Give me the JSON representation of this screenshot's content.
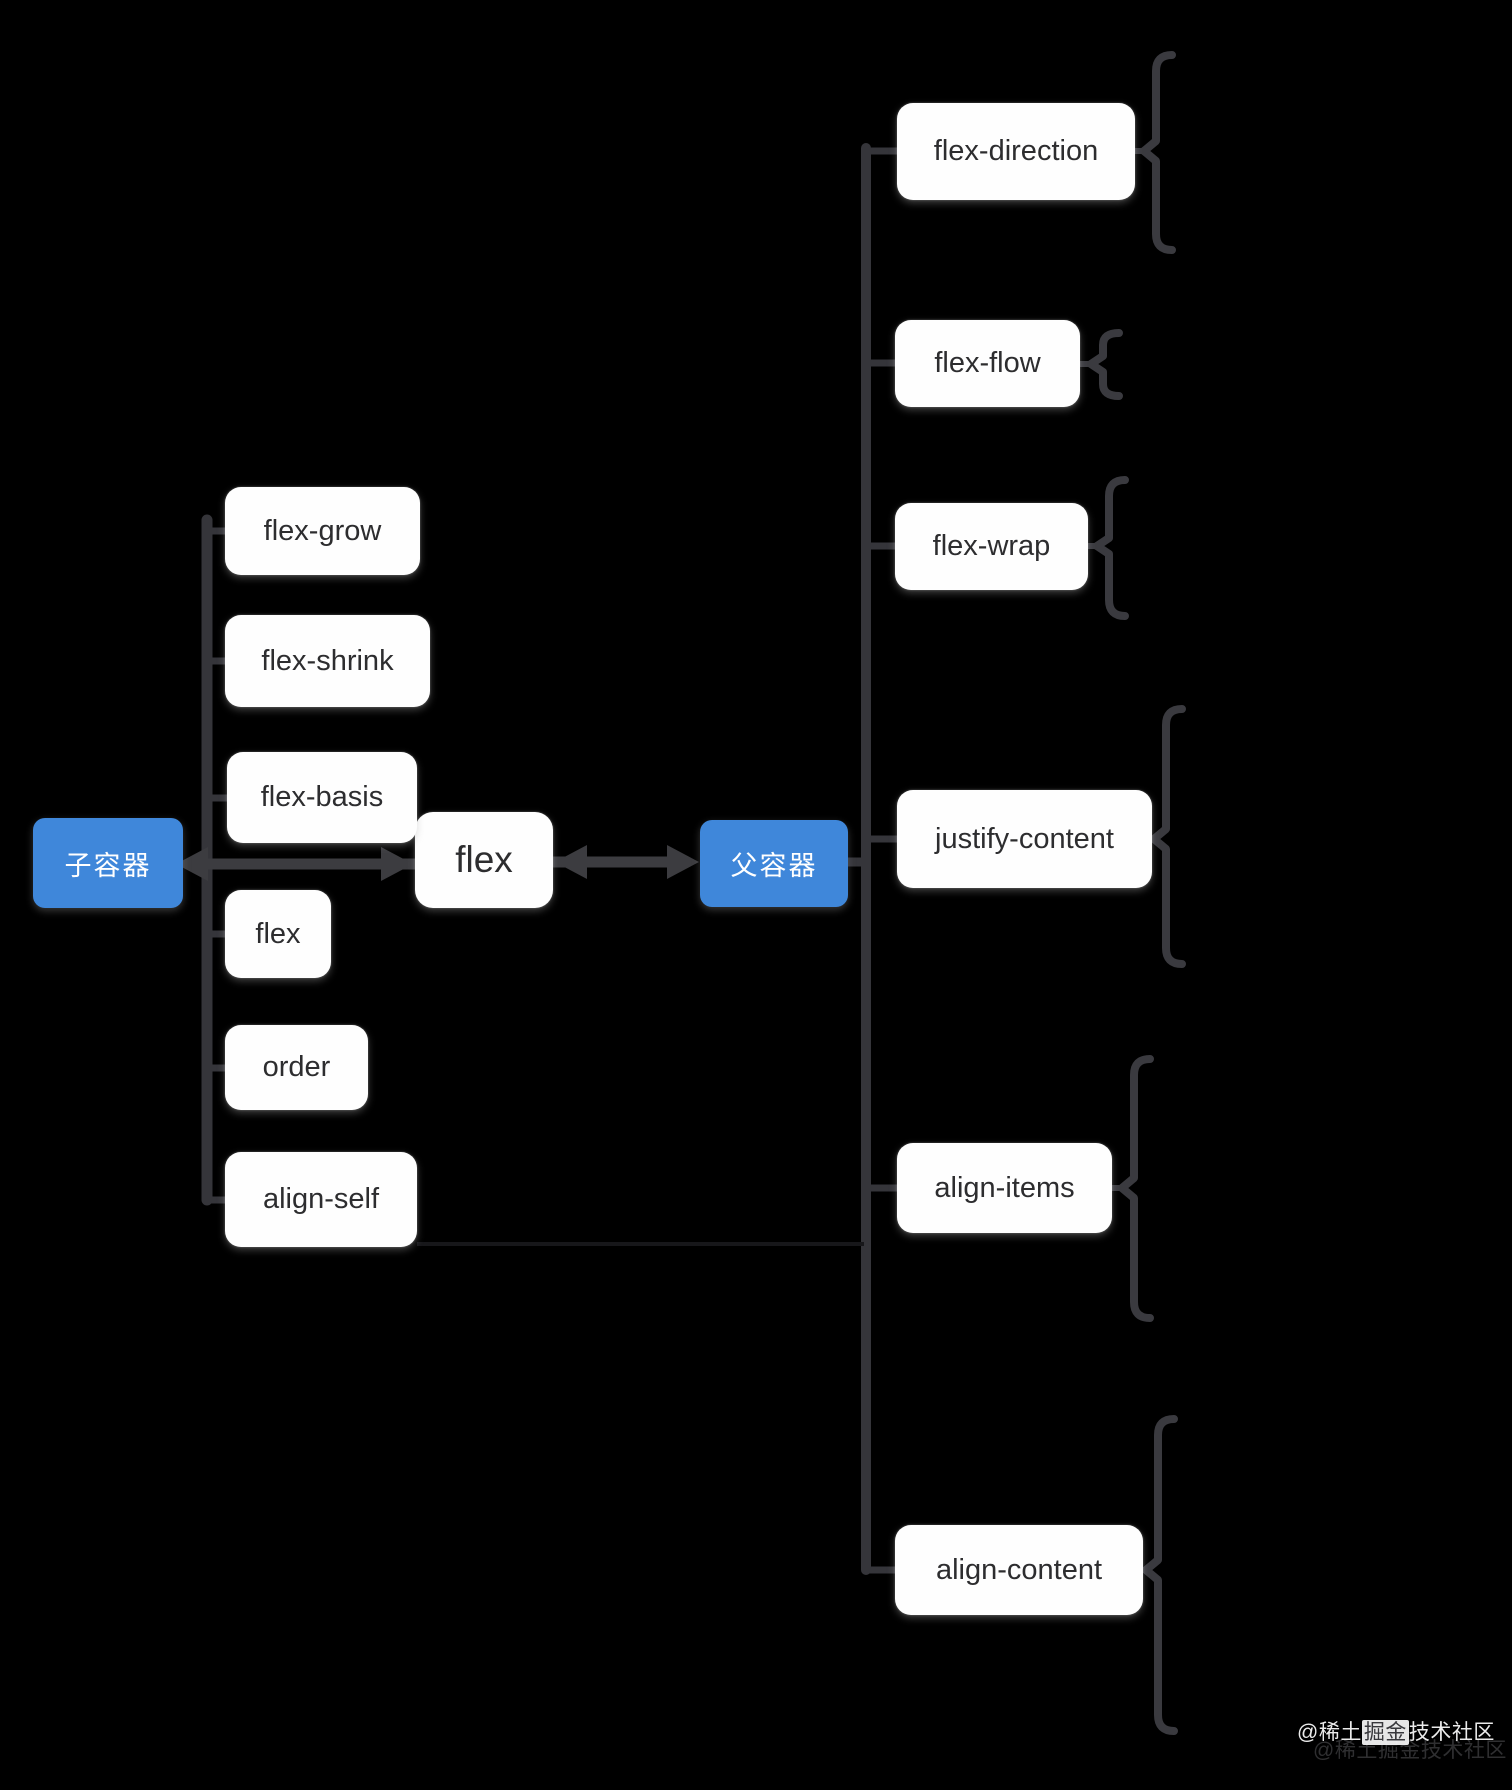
{
  "colors": {
    "background": "#000000",
    "node_fill": "#fefefe",
    "node_text": "#2d2d2f",
    "accent_blue": "#3f87da",
    "connector": "#3a3a3f"
  },
  "center": {
    "label": "flex"
  },
  "left": {
    "label": "子容器",
    "items": [
      "flex-grow",
      "flex-shrink",
      "flex-basis",
      "flex",
      "order",
      "align-self"
    ]
  },
  "right": {
    "label": "父容器",
    "items": [
      "flex-direction",
      "flex-flow",
      "flex-wrap",
      "justify-content",
      "align-items",
      "align-content"
    ]
  },
  "watermark": {
    "prefix": "@稀土",
    "highlight": "掘金",
    "suffix": "技术社区",
    "full": "@稀土掘金技术社区"
  }
}
